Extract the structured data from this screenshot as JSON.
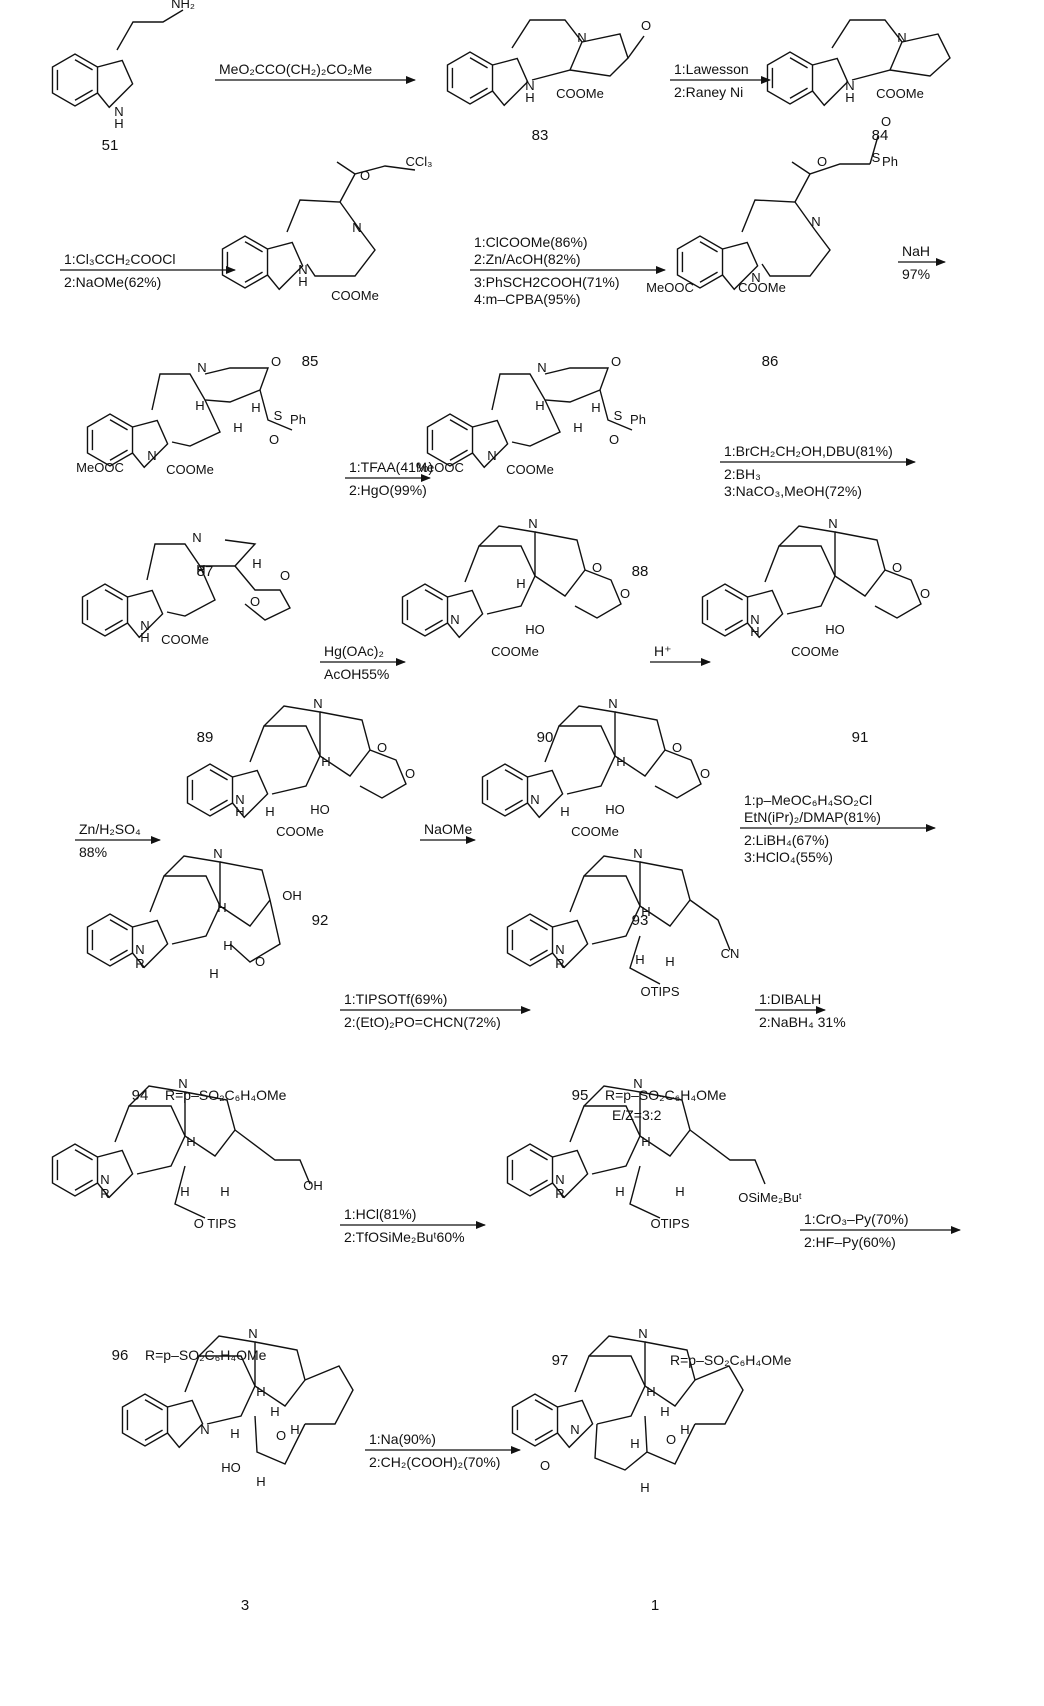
{
  "compounds": [
    {
      "id": "51",
      "labels": [
        "NH₂",
        "N",
        "H"
      ]
    },
    {
      "id": "83",
      "labels": [
        "N",
        "O",
        "N",
        "H",
        "COOMe"
      ]
    },
    {
      "id": "84",
      "labels": [
        "N",
        "N",
        "H",
        "COOMe"
      ]
    },
    {
      "id": "85",
      "labels": [
        "O",
        "CCl₃",
        "N",
        "N",
        "H",
        "COOMe"
      ]
    },
    {
      "id": "86",
      "labels": [
        "O",
        "S",
        "Ph",
        "O",
        "N",
        "N",
        "MeOOC",
        "COOMe"
      ]
    },
    {
      "id": "87",
      "labels": [
        "N",
        "O",
        "H",
        "H",
        "H",
        "S",
        "Ph",
        "O",
        "N",
        "MeOOC",
        "COOMe"
      ]
    },
    {
      "id": "88",
      "labels": [
        "N",
        "O",
        "H",
        "H",
        "H",
        "S",
        "Ph",
        "O",
        "N",
        "MeOOC",
        "COOMe"
      ]
    },
    {
      "id": "89",
      "labels": [
        "N",
        "H",
        "H",
        "O",
        "O",
        "N",
        "H",
        "COOMe"
      ]
    },
    {
      "id": "90",
      "labels": [
        "N",
        "H",
        "O",
        "O",
        "N",
        "HO",
        "COOMe"
      ]
    },
    {
      "id": "91",
      "labels": [
        "N",
        "O",
        "O",
        "N",
        "H",
        "HO",
        "COOMe"
      ]
    },
    {
      "id": "92",
      "labels": [
        "N",
        "H",
        "O",
        "O",
        "N",
        "H",
        "H",
        "HO",
        "COOMe"
      ]
    },
    {
      "id": "93",
      "labels": [
        "N",
        "H",
        "O",
        "O",
        "N",
        "H",
        "HO",
        "COOMe"
      ]
    },
    {
      "id": "94",
      "labels": [
        "N",
        "H",
        "OH",
        "N",
        "R",
        "H",
        "H",
        "O"
      ],
      "substituent": "R=p–SO₂C₆H₄OMe"
    },
    {
      "id": "95",
      "labels": [
        "N",
        "H",
        "N",
        "R",
        "H",
        "H",
        "CN",
        "OTIPS"
      ],
      "substituent": "R=p–SO₂C₆H₄OMe",
      "note": "E/Z=3:2"
    },
    {
      "id": "96",
      "labels": [
        "N",
        "H",
        "N",
        "R",
        "H",
        "H",
        "OH",
        "O TIPS"
      ],
      "substituent": "R=p–SO₂C₆H₄OMe"
    },
    {
      "id": "97",
      "labels": [
        "N",
        "H",
        "N",
        "R",
        "H",
        "H",
        "OTIPS",
        "OSiMe₂Buᵗ"
      ],
      "substituent": "R=p–SO₂C₆H₄OMe"
    },
    {
      "id": "3",
      "labels": [
        "N",
        "H",
        "N",
        "H",
        "H",
        "H",
        "O",
        "HO",
        "H"
      ]
    },
    {
      "id": "1",
      "labels": [
        "N",
        "H",
        "N",
        "O",
        "H",
        "H",
        "H",
        "O",
        "H"
      ]
    }
  ],
  "arrows": [
    {
      "id": "a1",
      "above": [
        "MeO₂CCO(CH₂)₂CO₂Me"
      ],
      "below": []
    },
    {
      "id": "a2",
      "above": [
        "1:Lawesson"
      ],
      "below": [
        "2:Raney Ni"
      ]
    },
    {
      "id": "a3",
      "above": [
        "1:Cl₃CCH₂COOCl"
      ],
      "below": [
        "2:NaOMe(62%)"
      ]
    },
    {
      "id": "a4",
      "above": [
        "1:ClCOOMe(86%)",
        "2:Zn/AcOH(82%)"
      ],
      "below": [
        "3:PhSCH2COOH(71%)",
        "4:m–CPBA(95%)"
      ]
    },
    {
      "id": "a5",
      "above": [
        "NaH"
      ],
      "below": [
        "97%"
      ]
    },
    {
      "id": "a6",
      "above": [
        "1:TFAA(41%)"
      ],
      "below": [
        "2:HgO(99%)"
      ]
    },
    {
      "id": "a7",
      "above": [
        "1:BrCH₂CH₂OH,DBU(81%)"
      ],
      "below": [
        "2:BH₃",
        "3:NaCO₃,MeOH(72%)"
      ]
    },
    {
      "id": "a8",
      "above": [
        "Hg(OAc)₂"
      ],
      "below": [
        "AcOH55%"
      ]
    },
    {
      "id": "a9",
      "above": [
        "H⁺"
      ],
      "below": []
    },
    {
      "id": "a10",
      "above": [
        "Zn/H₂SO₄"
      ],
      "below": [
        "88%"
      ]
    },
    {
      "id": "a11",
      "above": [
        "NaOMe"
      ],
      "below": []
    },
    {
      "id": "a12",
      "above": [
        "1:p–MeOC₆H₄SO₂Cl",
        "EtN(iPr)₂/DMAP(81%)"
      ],
      "below": [
        "2:LiBH₄(67%)",
        "3:HClO₄(55%)"
      ]
    },
    {
      "id": "a13",
      "above": [
        "1:TIPSOTf(69%)"
      ],
      "below": [
        "2:(EtO)₂PO=CHCN(72%)"
      ]
    },
    {
      "id": "a14",
      "above": [
        "1:DIBALH"
      ],
      "below": [
        "2:NaBH₄ 31%"
      ]
    },
    {
      "id": "a15",
      "above": [
        "1:HCl(81%)"
      ],
      "below": [
        "2:TfOSiMe₂Buᵗ60%"
      ]
    },
    {
      "id": "a16",
      "above": [
        "1:CrO₃–Py(70%)"
      ],
      "below": [
        "2:HF–Py(60%)"
      ]
    },
    {
      "id": "a17",
      "above": [
        "1:Na(90%)"
      ],
      "below": [
        "2:CH₂(COOH)₂(70%)"
      ]
    }
  ]
}
